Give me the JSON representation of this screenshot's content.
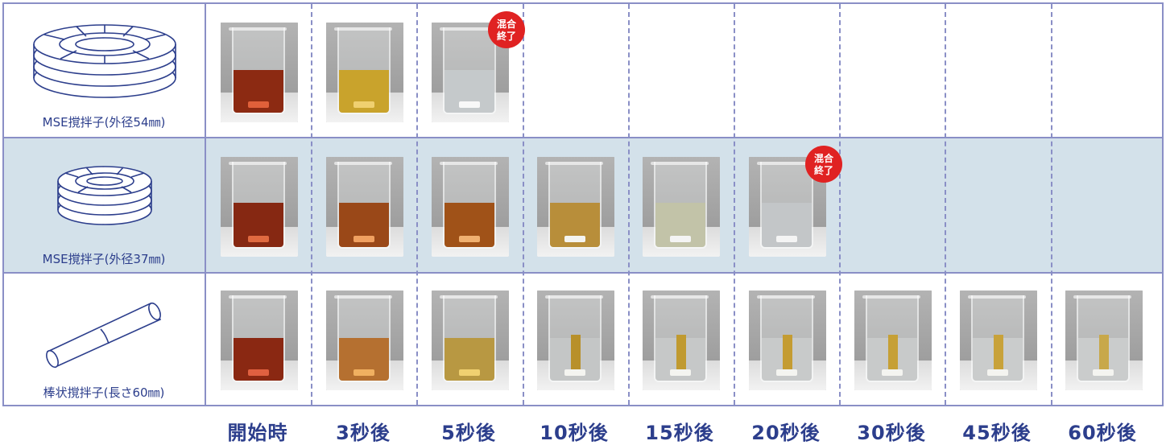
{
  "time_labels": [
    "開始時",
    "3秒後",
    "5秒後",
    "10秒後",
    "15秒後",
    "20秒後",
    "30秒後",
    "45秒後",
    "60秒後"
  ],
  "stirrers": [
    {
      "label": "MSE撹拌子(外径54㎜)",
      "icon": "large-ring-stirrer-icon",
      "photos": [
        {
          "liquid": "#8c2a12",
          "level": 0.5,
          "bar": "#e0603a"
        },
        {
          "liquid": "#c9a32c",
          "level": 0.5,
          "bar": "#f0d070"
        },
        {
          "liquid": "#c5c9cb",
          "level": 0.5,
          "bar": "#f8f8f8"
        }
      ],
      "done_index": 2
    },
    {
      "label": "MSE撹拌子(外径37㎜)",
      "icon": "small-ring-stirrer-icon",
      "photos": [
        {
          "liquid": "#862812",
          "level": 0.52,
          "bar": "#e06a40"
        },
        {
          "liquid": "#9a4818",
          "level": 0.52,
          "bar": "#f0a060"
        },
        {
          "liquid": "#a05218",
          "level": 0.52,
          "bar": "#f0b070"
        },
        {
          "liquid": "#b88e3a",
          "level": 0.52,
          "bar": "#f4f4f0"
        },
        {
          "liquid": "#c2c3a8",
          "level": 0.52,
          "bar": "#f4f4f4"
        },
        {
          "liquid": "#c3c6c8",
          "level": 0.52,
          "bar": "#f4f4f4"
        }
      ],
      "done_index": 5
    },
    {
      "label": "棒状撹拌子(長さ60㎜)",
      "icon": "rod-stirrer-icon",
      "photos": [
        {
          "liquid": "#8a2812",
          "level": 0.5,
          "bar": "#e06040",
          "streak": ""
        },
        {
          "liquid": "#b57030",
          "level": 0.5,
          "bar": "#f0b060",
          "streak": ""
        },
        {
          "liquid": "#b89842",
          "level": 0.5,
          "bar": "#f0d070",
          "streak": ""
        },
        {
          "liquid": "#c4c6c6",
          "level": 0.5,
          "bar": "#f4f4f0",
          "streak": "#b8902a"
        },
        {
          "liquid": "#c6c8c8",
          "level": 0.5,
          "bar": "#f4f4f0",
          "streak": "#c09a30"
        },
        {
          "liquid": "#c8caca",
          "level": 0.5,
          "bar": "#f4f4f0",
          "streak": "#c49c32"
        },
        {
          "liquid": "#c8caca",
          "level": 0.5,
          "bar": "#f4f4f0",
          "streak": "#c6a036"
        },
        {
          "liquid": "#cacccc",
          "level": 0.5,
          "bar": "#f4f4f0",
          "streak": "#c8a23a"
        },
        {
          "liquid": "#cacccc",
          "level": 0.5,
          "bar": "#f4f4f0",
          "streak": "#c8a84a"
        }
      ],
      "done_index": -1
    }
  ],
  "done_badge": {
    "line1": "混合",
    "line2": "終了",
    "color": "#e02222"
  },
  "colors": {
    "border": "#8a8fc6",
    "text": "#2c3e8c",
    "row_highlight": "#d3e1ea"
  }
}
